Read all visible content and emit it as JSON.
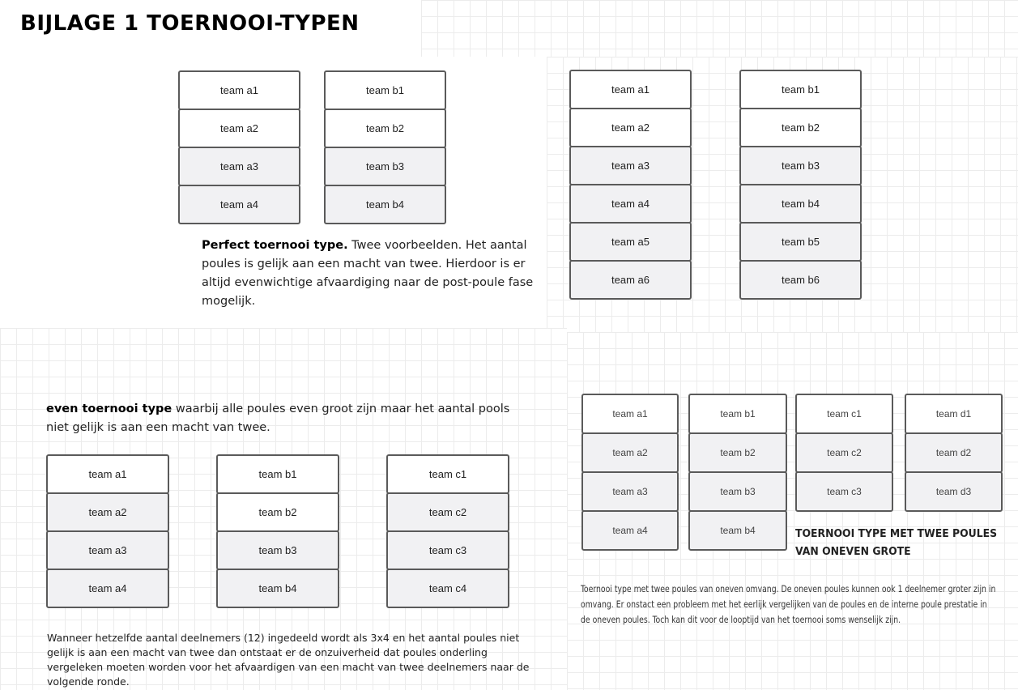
{
  "page_title": "BIJLAGE 1 TOERNOOI-TYPEN",
  "perfect": {
    "example1": [
      [
        "team a1",
        "team a2",
        "team a3",
        "team a4"
      ],
      [
        "team b1",
        "team b2",
        "team b3",
        "team b4"
      ]
    ],
    "example2": [
      [
        "team a1",
        "team a2",
        "team a3",
        "team a4",
        "team a5",
        "team a6"
      ],
      [
        "team b1",
        "team b2",
        "team b3",
        "team b4",
        "team b5",
        "team b6"
      ]
    ],
    "caption_bold": "Perfect toernooi type.",
    "caption_text": " Twee voorbeelden. Het aantal poules is gelijk aan een macht van twee. Hierdoor is er altijd evenwichtige afvaardiging naar de post-poule fase mogelijk."
  },
  "even": {
    "caption_bold": "even toernooi type",
    "caption_text": " waarbij alle poules even groot zijn maar het aantal pools niet gelijk is aan een macht van twee.",
    "poules": [
      [
        "team a1",
        "team a2",
        "team a3",
        "team a4"
      ],
      [
        "team b1",
        "team b2",
        "team b3",
        "team b4"
      ],
      [
        "team c1",
        "team c2",
        "team c3",
        "team c4"
      ]
    ],
    "note": "Wanneer hetzelfde aantal deelnemers (12) ingedeeld wordt als 3x4 en het aantal poules niet gelijk is aan een macht van twee dan ontstaat er de onzuiverheid dat poules onderling vergeleken moeten worden voor het afvaardigen van een macht van twee deelnemers naar de volgende ronde."
  },
  "oneven": {
    "poules": [
      [
        "team a1",
        "team a2",
        "team a3",
        "team a4"
      ],
      [
        "team b1",
        "team b2",
        "team b3",
        "team b4"
      ],
      [
        "team c1",
        "team c2",
        "team c3"
      ],
      [
        "team d1",
        "team d2",
        "team d3"
      ]
    ],
    "heading": "TOERNOOI TYPE MET TWEE POULES VAN ONEVEN GROTE",
    "note": "Toernooi type met twee poules van oneven omvang. De oneven poules kunnen ook 1 deelnemer groter zijn in omvang. Er onstact een probleem met het eerlijk vergelijken van de poules en de interne poule prestatie in de oneven poules. Toch kan dit voor de looptijd van het toernooi soms wenselijk zijn."
  }
}
